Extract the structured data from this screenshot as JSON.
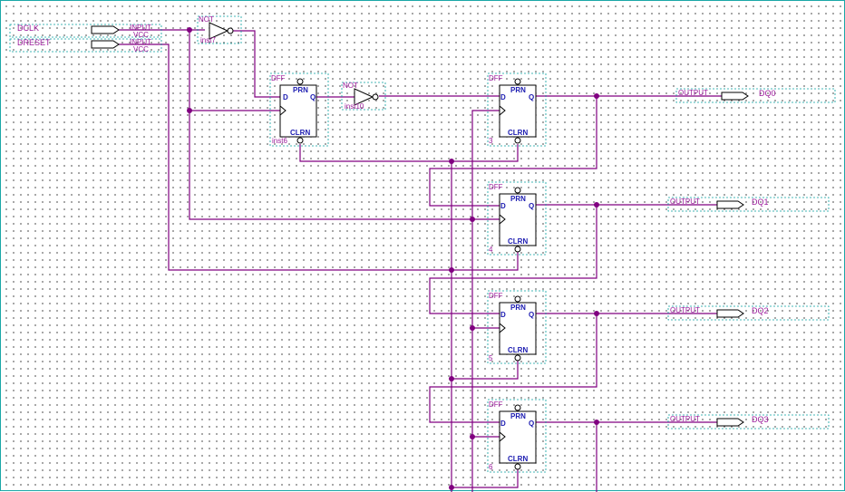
{
  "inputs": [
    {
      "name": "DCLK",
      "type": "INPUT",
      "vcc": "VCC"
    },
    {
      "name": "DRESET",
      "type": "INPUT",
      "vcc": "VCC"
    }
  ],
  "not_gates": [
    {
      "type": "NOT",
      "instance": "inst7"
    },
    {
      "type": "NOT",
      "instance": "inst10"
    }
  ],
  "flipflops": [
    {
      "type": "DFF",
      "d": "D",
      "q": "Q",
      "prn": "PRN",
      "clrn": "CLRN",
      "instance": "inst6"
    },
    {
      "type": "DFF",
      "d": "D",
      "q": "Q",
      "prn": "PRN",
      "clrn": "CLRN",
      "instance": "3"
    },
    {
      "type": "DFF",
      "d": "D",
      "q": "Q",
      "prn": "PRN",
      "clrn": "CLRN",
      "instance": "4"
    },
    {
      "type": "DFF",
      "d": "D",
      "q": "Q",
      "prn": "PRN",
      "clrn": "CLRN",
      "instance": "5"
    },
    {
      "type": "DFF",
      "d": "D",
      "q": "Q",
      "prn": "PRN",
      "clrn": "CLRN",
      "instance": "6"
    }
  ],
  "outputs": [
    {
      "type": "OUTPUT",
      "name": "DQ0"
    },
    {
      "type": "OUTPUT",
      "name": "DQ1"
    },
    {
      "type": "OUTPUT",
      "name": "DQ2"
    },
    {
      "type": "OUTPUT",
      "name": "DQ3"
    }
  ],
  "colors": {
    "wire": "#800080",
    "label": "#9b1b9b",
    "pin": "#1a1ab0",
    "border": "#1aa7a7"
  }
}
